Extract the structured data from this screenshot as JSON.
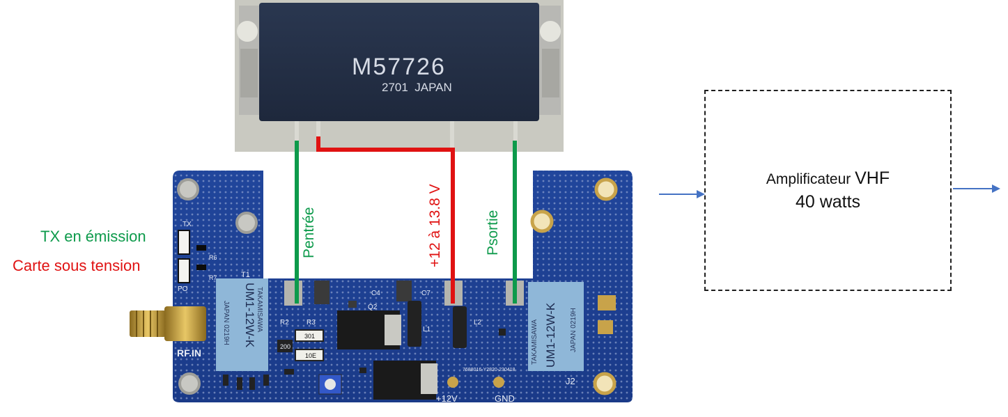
{
  "transistor": {
    "part_number": "M57726",
    "marking": "2701  JAPAN"
  },
  "labels": {
    "tx": "TX en émission",
    "power_on": "Carte sous tension",
    "input": "Pentrée",
    "supply": "+12 à 13.8 V",
    "output": "Psortie"
  },
  "board": {
    "tx": "TX",
    "po": "PO",
    "r6": "R6",
    "r7": "R7",
    "t1": "T1",
    "rf_in": "RF.IN",
    "r2": "R2",
    "r3": "R3",
    "c4": "C4",
    "c7": "C7",
    "q2": "Q2",
    "l1": "L1",
    "l2": "L2",
    "r200": "200",
    "r301": "301",
    "r10e": "10E",
    "plus12v": "+12V",
    "gnd": "GND",
    "j2": "J2",
    "pcb_code": "7688016-Y2820-230418",
    "coil": {
      "brand": "TAKAMISAWA",
      "model": "UM1-12W-K",
      "origin": "JAPAN 0219H"
    }
  },
  "amplifier": {
    "title_prefix": "Amplificateur ",
    "title_band": "VHF",
    "power": "40 watts"
  },
  "colors": {
    "green": "#0d9a4b",
    "red": "#e01212",
    "arrow": "#4472c4",
    "pcb": "#1c3f93"
  }
}
